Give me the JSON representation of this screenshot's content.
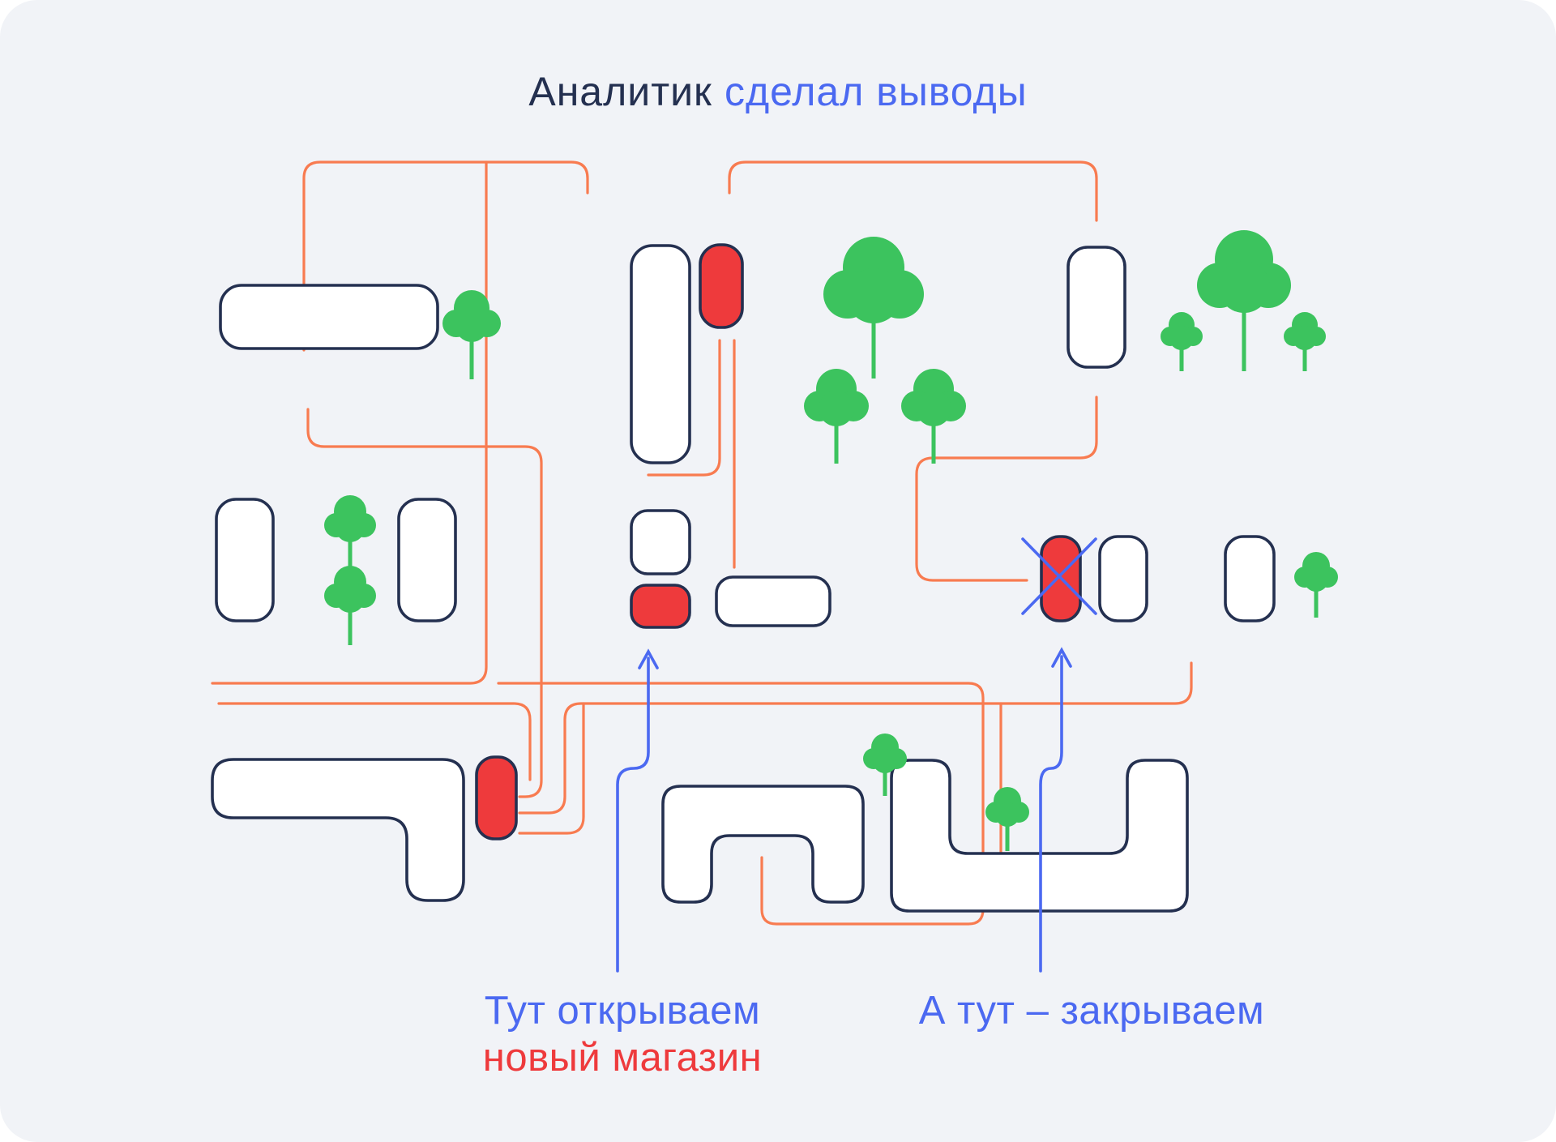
{
  "title": {
    "text_dark": "Аналитик",
    "text_accent": "сделал выводы"
  },
  "annotations": {
    "open_store": {
      "line1": "Тут открываем",
      "line2": "новый магазин"
    },
    "close_store": {
      "text": "А тут – закрываем"
    }
  },
  "colors": {
    "background": "#f1f3f7",
    "outline_navy": "#243050",
    "accent_blue": "#4b69f1",
    "accent_red": "#ee3a3c",
    "tree_green": "#3cc35e",
    "road_orange": "#f87b50"
  }
}
